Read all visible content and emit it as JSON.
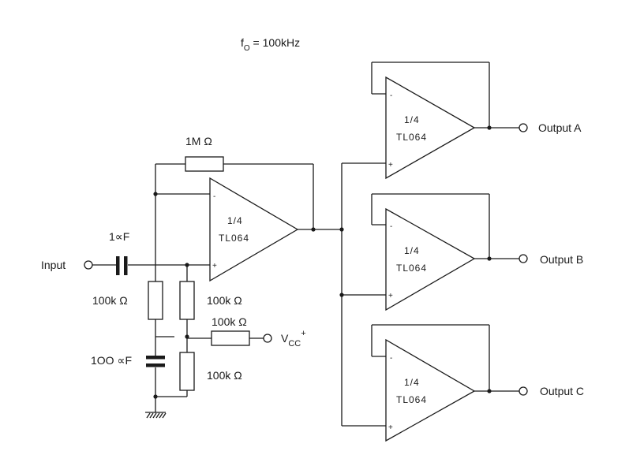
{
  "title": {
    "f": "f",
    "sub": "O",
    "rest": " = 100kHz"
  },
  "labels": {
    "input": "Input",
    "cap_input": "1∝F",
    "cap_bias": "1OO ∝F",
    "r_feedback": "1M  Ω",
    "r_left": "100k  Ω",
    "r_right": "100k  Ω",
    "r_vcc": "100k  Ω",
    "r_bottom": "100k  Ω",
    "vcc_main": "V",
    "vcc_sub": "CC",
    "vcc_sup": "+"
  },
  "opamps": [
    {
      "line1": "1/4",
      "line2": "TL064"
    },
    {
      "line1": "1/4",
      "line2": "TL064"
    },
    {
      "line1": "1/4",
      "line2": "TL064"
    },
    {
      "line1": "1/4",
      "line2": "TL064"
    }
  ],
  "pins": {
    "minus": "-",
    "plus": "+"
  },
  "outputs": [
    "Output A",
    "Output B",
    "Output C"
  ]
}
